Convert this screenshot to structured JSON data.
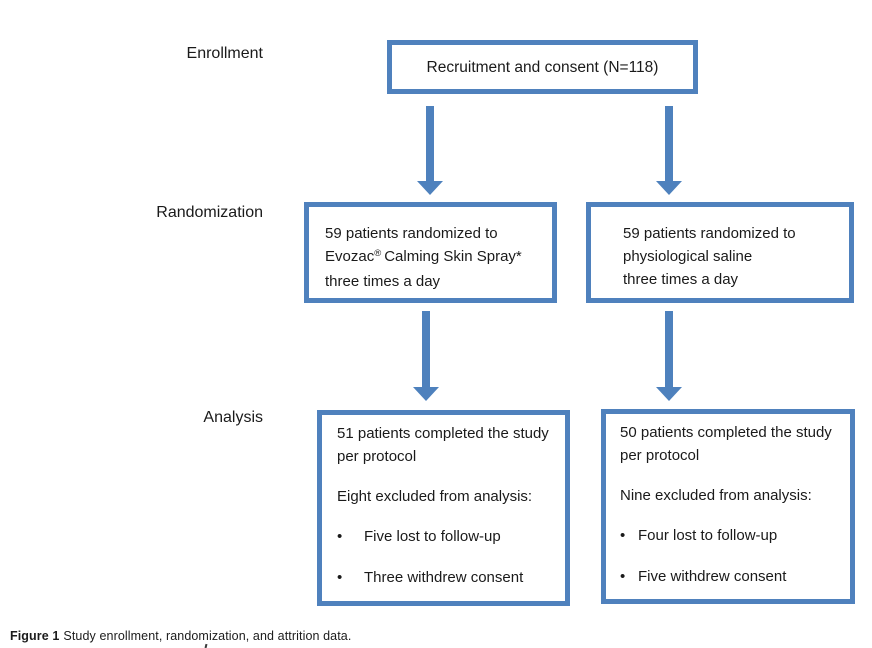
{
  "colors": {
    "box_border": "#4f81bd",
    "arrow": "#4e81bd",
    "text": "#1a1a1a"
  },
  "stage_labels": {
    "enrollment": "Enrollment",
    "randomization": "Randomization",
    "analysis": "Analysis"
  },
  "boxes": {
    "recruitment": {
      "text": "Recruitment and consent (N=118)"
    },
    "randomization_left": {
      "line1": "59 patients randomized to",
      "brand": "Evozac",
      "reg_mark": "®",
      "line2_rest": "Calming Skin Spray*",
      "line3": "three times a day"
    },
    "randomization_right": {
      "line1": "59 patients randomized to",
      "line2": "physiological saline",
      "line3": "three times a day"
    },
    "analysis_left": {
      "completed": "51 patients completed the study per protocol",
      "excluded": "Eight excluded from analysis:",
      "bullet_glyph": "•",
      "bullets": [
        "Five lost to follow-up",
        "Three withdrew consent"
      ]
    },
    "analysis_right": {
      "completed": "50 patients completed the study per protocol",
      "excluded": "Nine excluded from analysis:",
      "bullet_glyph": "•",
      "bullets": [
        "Four lost to follow-up",
        "Five withdrew consent"
      ]
    }
  },
  "caption": {
    "figure_label": "Figure 1",
    "text": "Study enrollment, randomization, and attrition data."
  }
}
